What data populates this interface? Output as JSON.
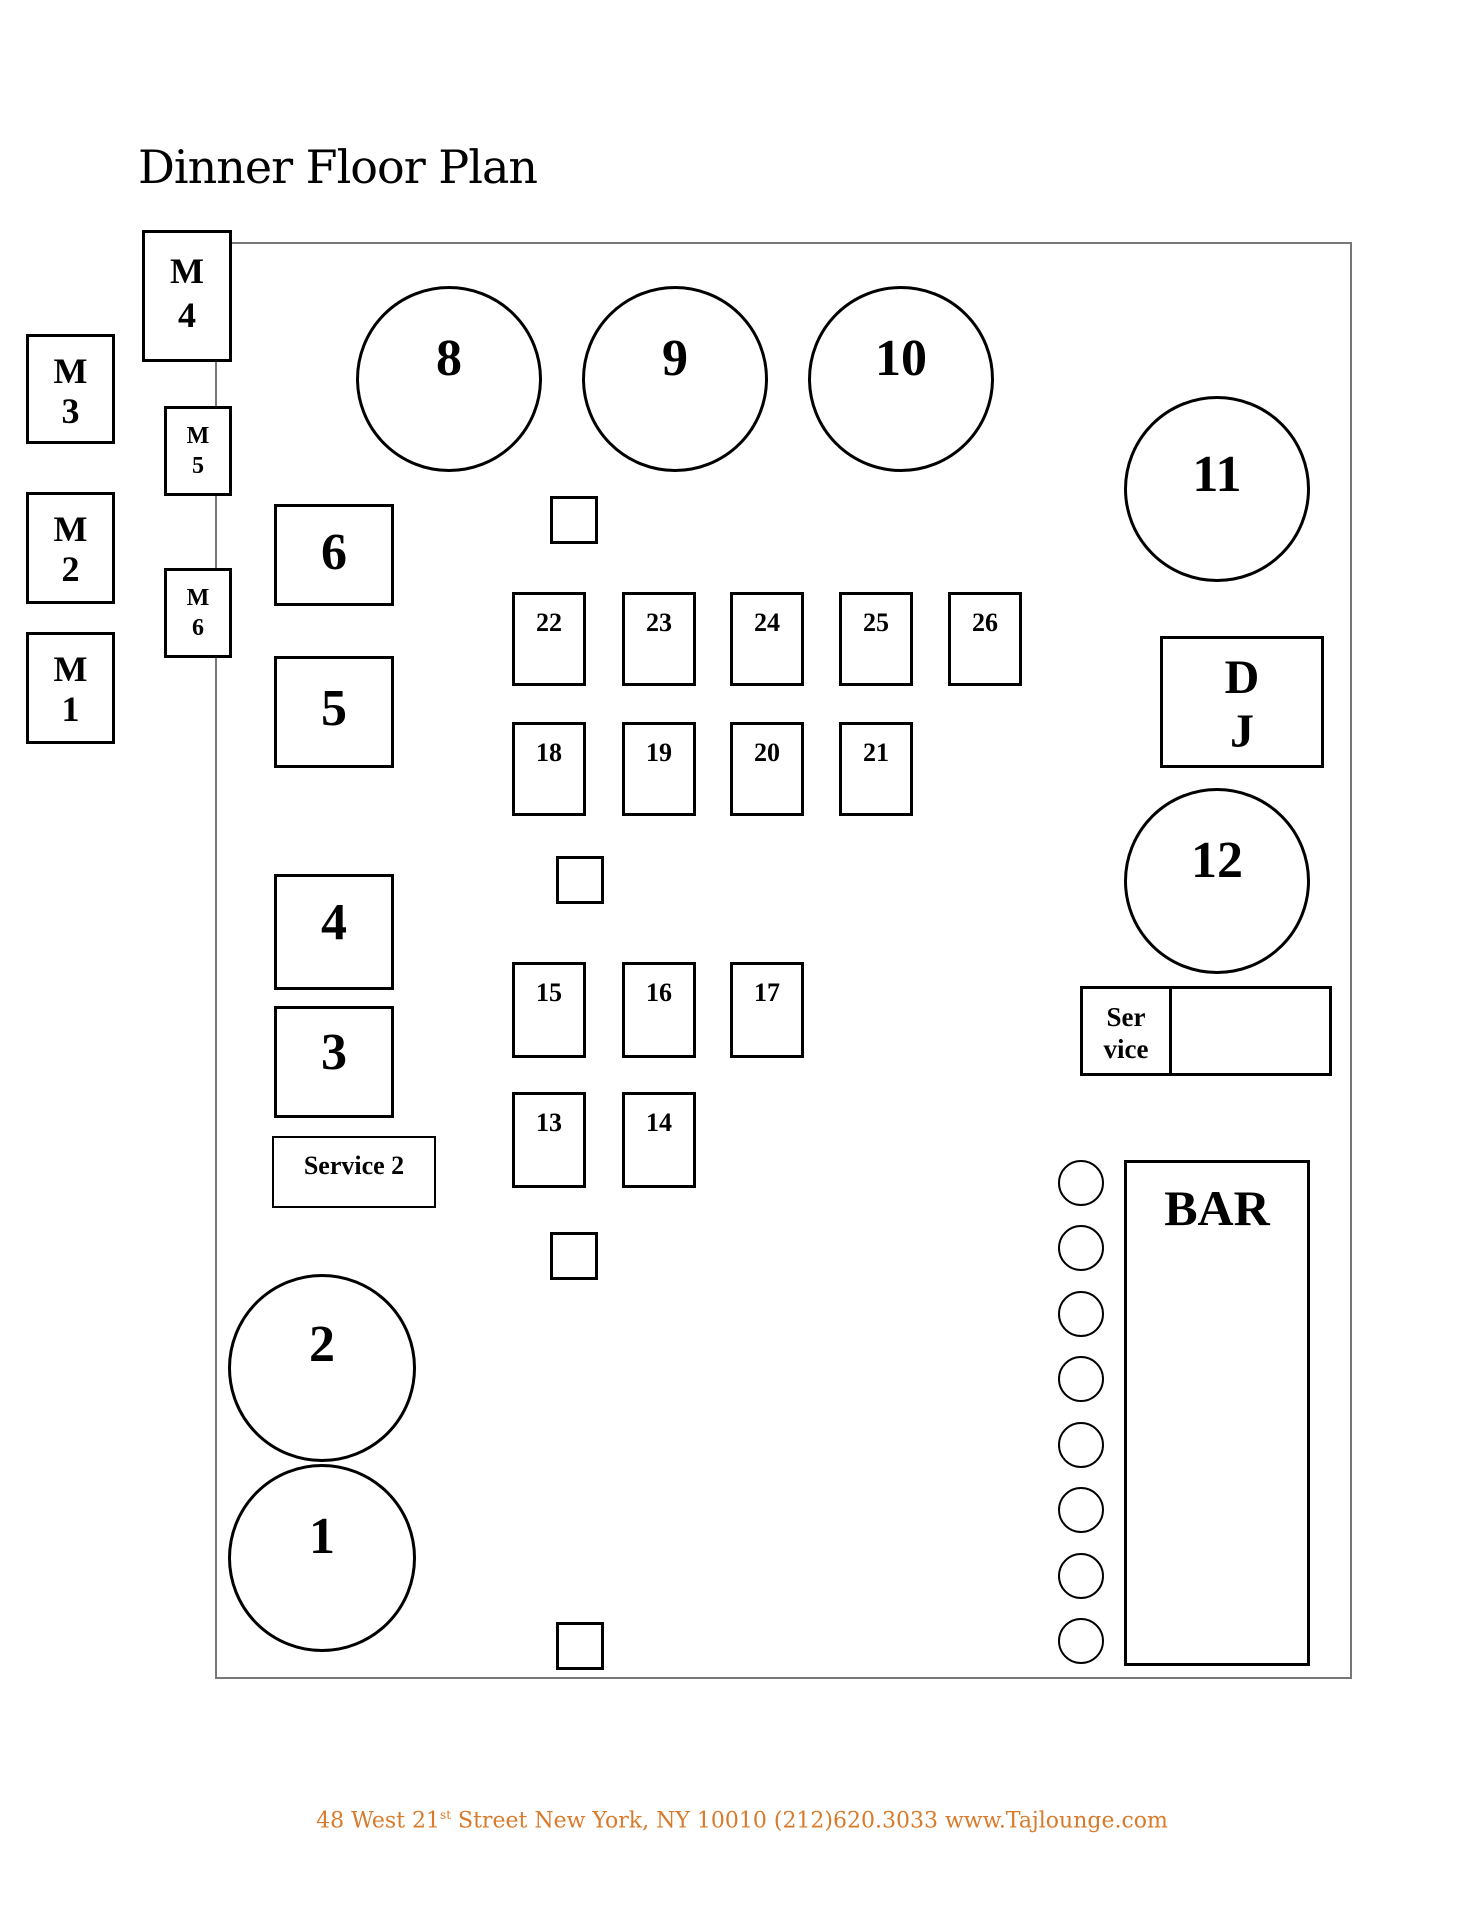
{
  "title": "Dinner Floor Plan",
  "tables": {
    "t1": "1",
    "t2": "2",
    "t3": "3",
    "t4": "4",
    "t5": "5",
    "t6": "6",
    "t8": "8",
    "t9": "9",
    "t10": "10",
    "t11": "11",
    "t12": "12",
    "t13": "13",
    "t14": "14",
    "t15": "15",
    "t16": "16",
    "t17": "17",
    "t18": "18",
    "t19": "19",
    "t20": "20",
    "t21": "21",
    "t22": "22",
    "t23": "23",
    "t24": "24",
    "t25": "25",
    "t26": "26"
  },
  "mezz": {
    "m1a": "M",
    "m1b": "1",
    "m2a": "M",
    "m2b": "2",
    "m3a": "M",
    "m3b": "3",
    "m4a": "M",
    "m4b": "4",
    "m5a": "M",
    "m5b": "5",
    "m6a": "M",
    "m6b": "6"
  },
  "dj": {
    "a": "D",
    "b": "J"
  },
  "service": {
    "a": "Ser",
    "b": "vice"
  },
  "service2": "Service 2",
  "bar": "BAR",
  "footer": {
    "pre": "48 West 21",
    "sup": "st",
    "post": " Street New York, NY 10010 (212)620.3033 www.Tajlounge.com"
  }
}
